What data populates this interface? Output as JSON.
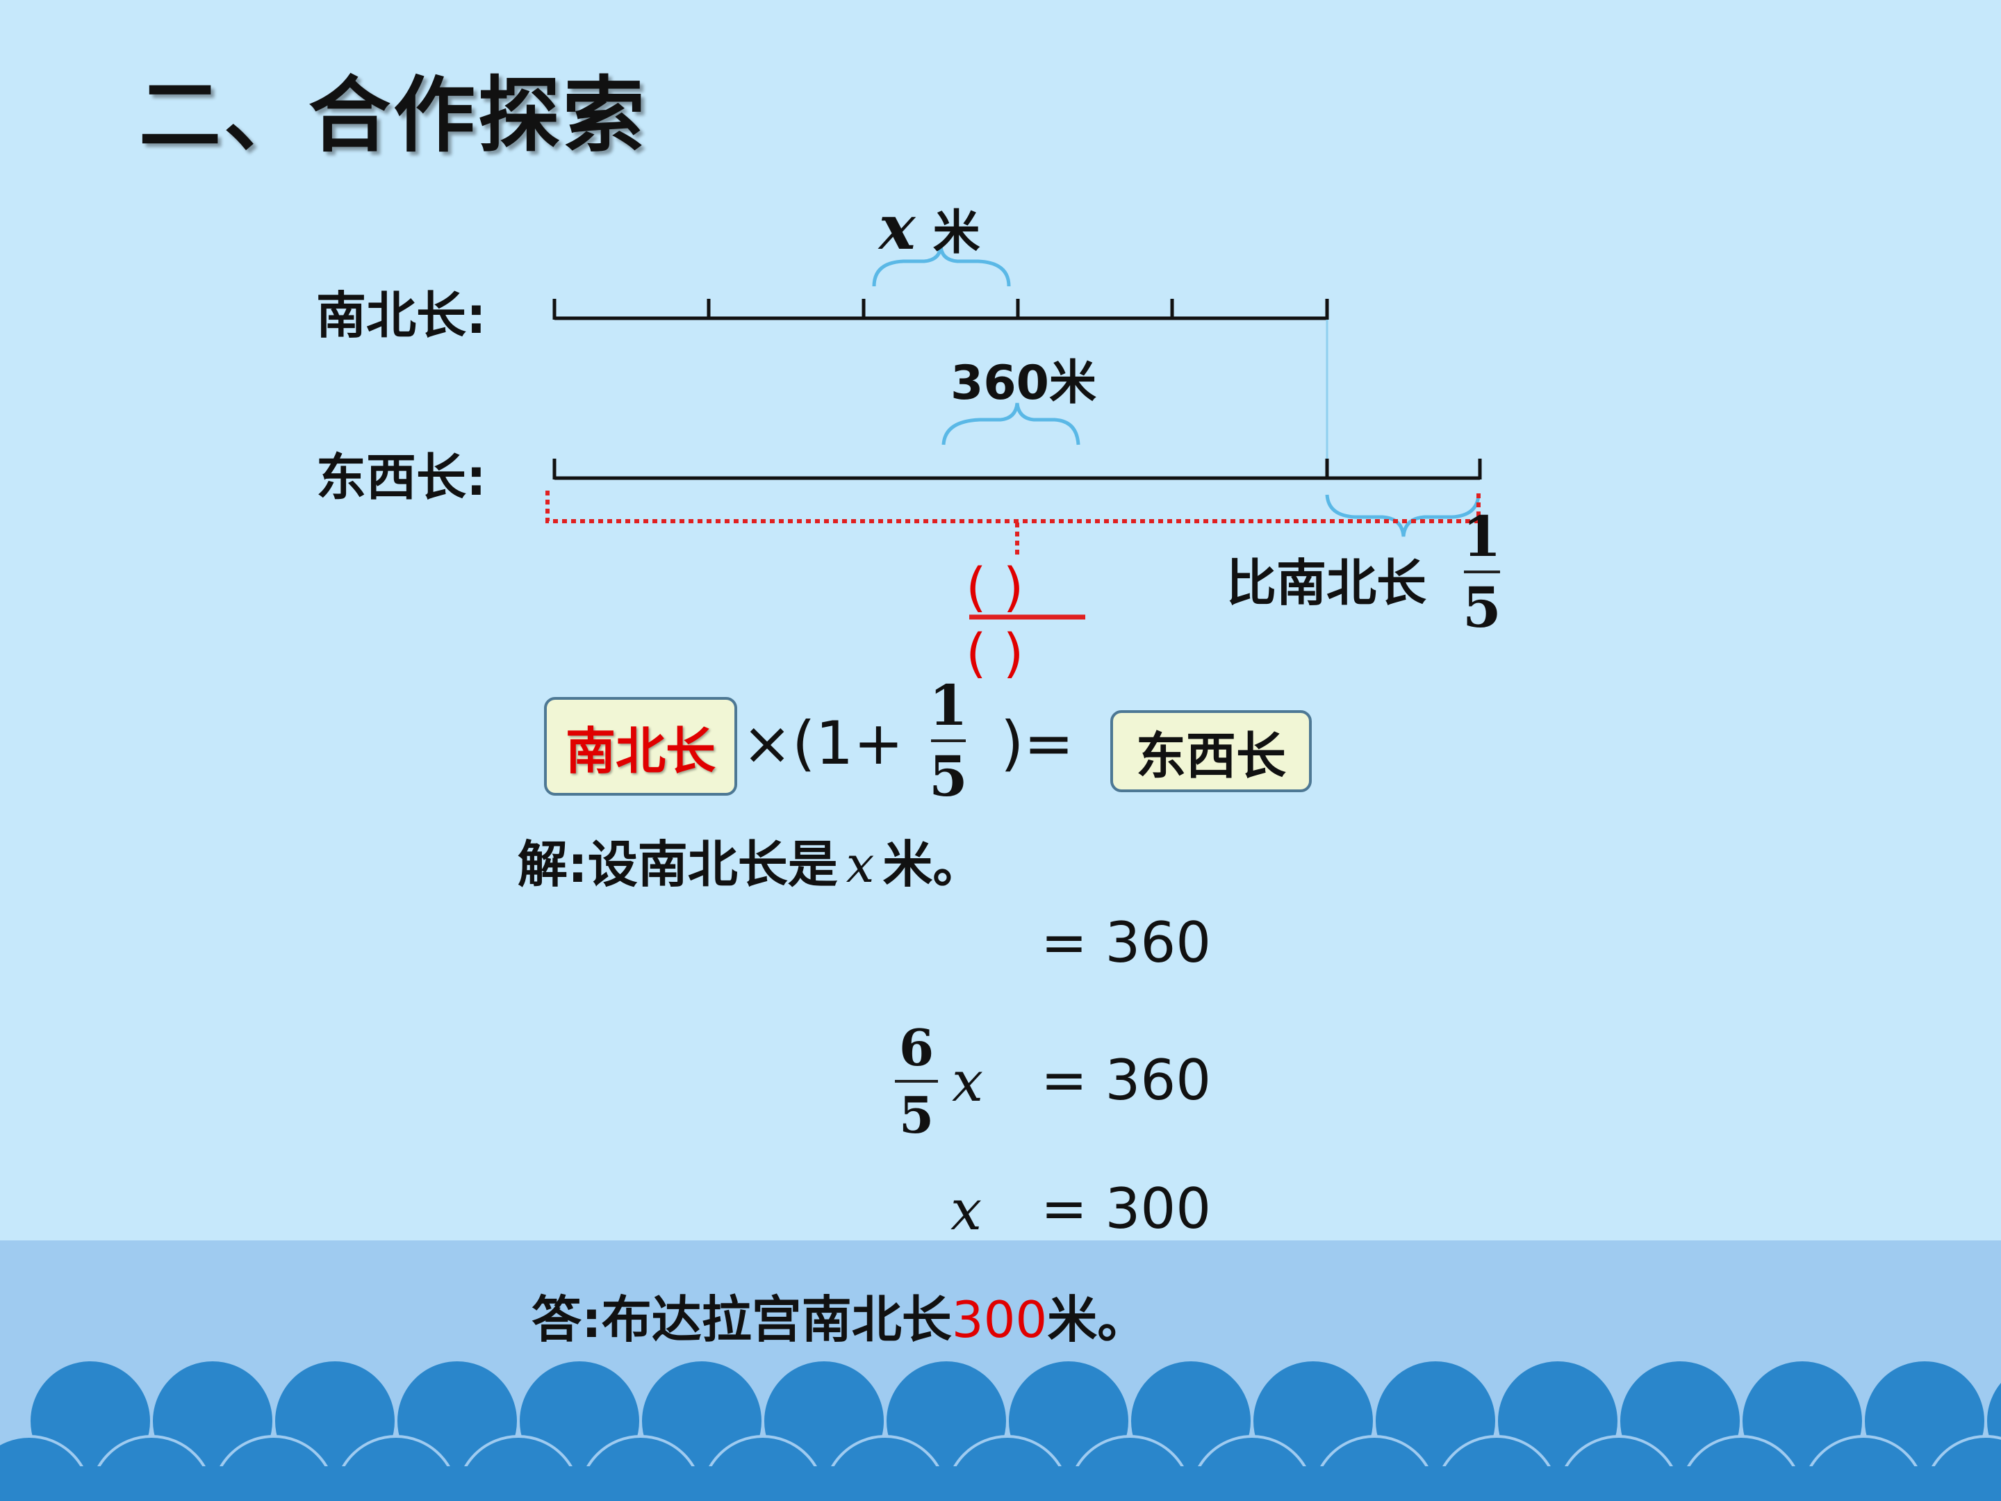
{
  "title": "二、合作探索",
  "diagram": {
    "ns_label": "南北长:",
    "ew_label": "东西长:",
    "x_var": "x",
    "x_unit": "米",
    "ew_length": "360米",
    "extra_label": "比南北长",
    "fraction": {
      "num": "1",
      "den": "5"
    },
    "blank_num": "(    )",
    "blank_den": "(    )",
    "colors": {
      "brace": "#5ab8e6",
      "dotted": "#e02020",
      "line": "#111111"
    }
  },
  "formula": {
    "left_box": "南北长",
    "op_open": "×(1+",
    "frac_num": "1",
    "frac_den": "5",
    "op_close": ")=",
    "right_box": "东西长"
  },
  "solution": {
    "setup_prefix": "解:设南北长是",
    "setup_var": "x",
    "setup_suffix": "米。",
    "line1_rhs": "= 360",
    "line2_num": "6",
    "line2_den": "5",
    "line2_var": "x",
    "line2_rhs": "= 360",
    "line3_var": "x",
    "line3_rhs": "= 300"
  },
  "answer": {
    "prefix": "答:布达拉宫南北长",
    "value": "300",
    "suffix": "米。"
  },
  "colors": {
    "background": "#c6e8fb",
    "wave_band": "#9fcbf0",
    "wave": "#2a86cb",
    "accent_red": "#e00000"
  }
}
